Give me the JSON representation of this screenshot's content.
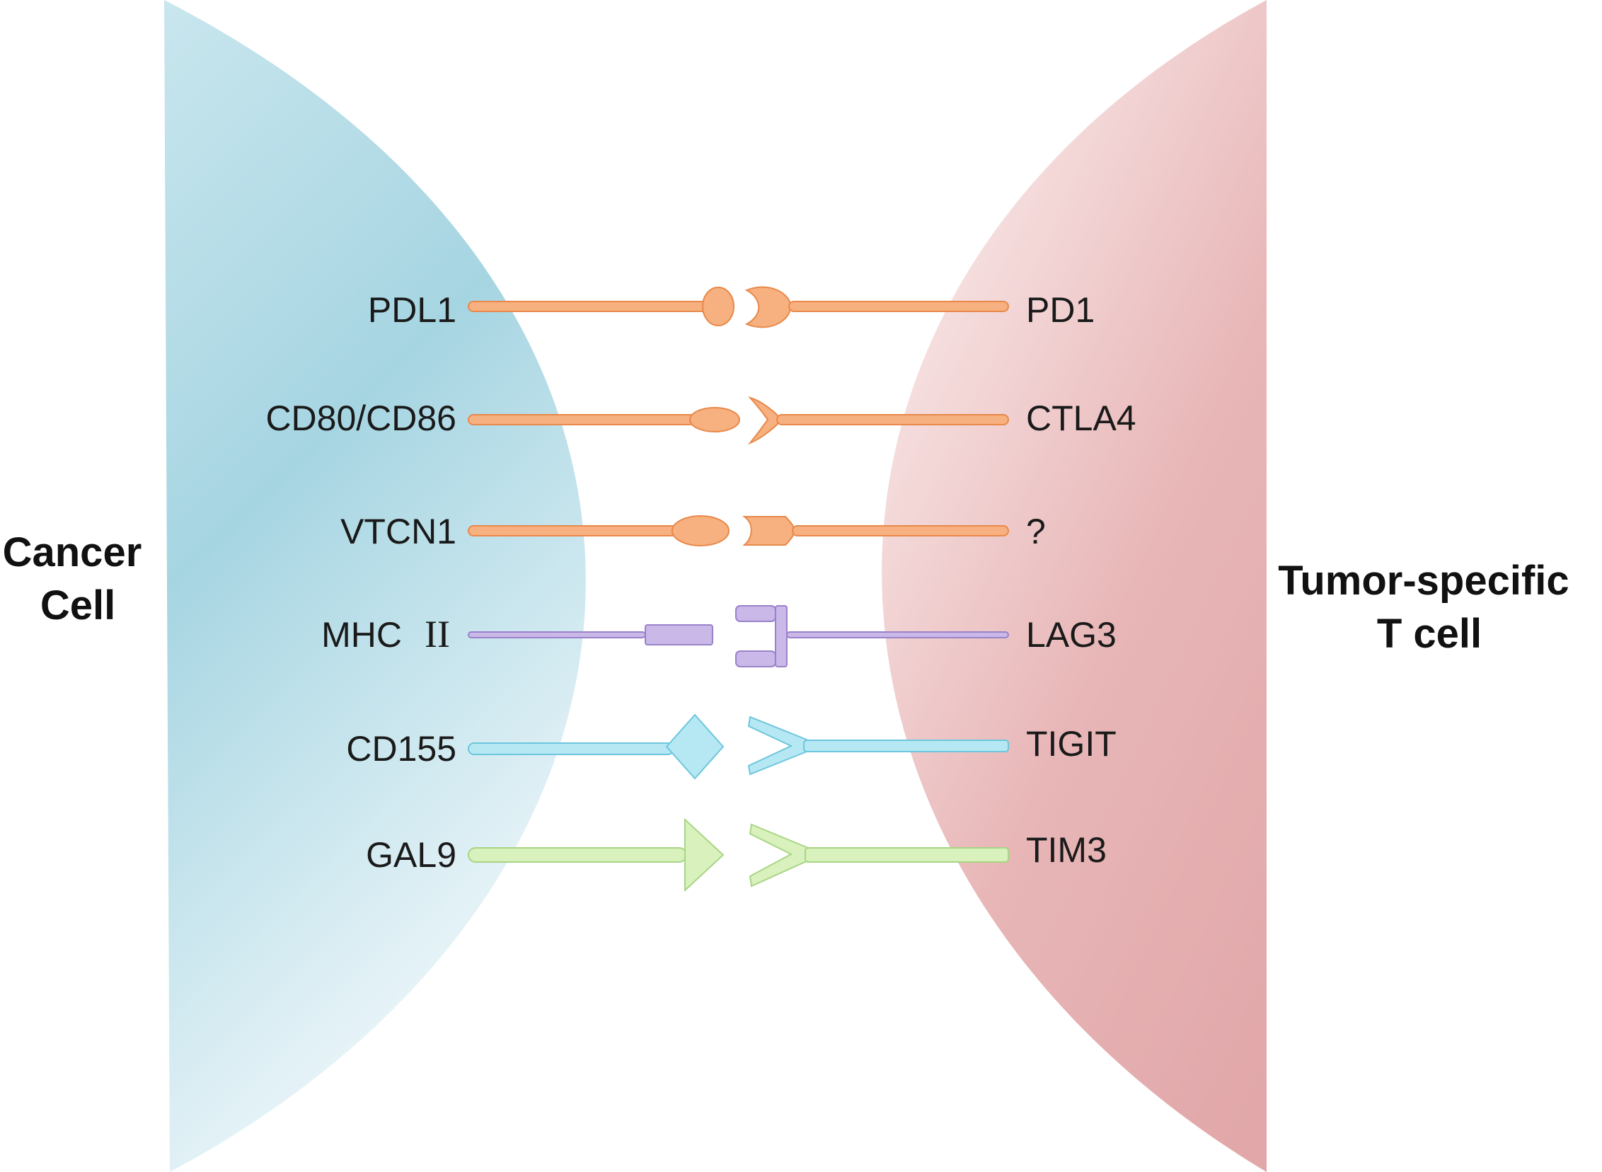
{
  "cells": {
    "left": "Cancer\nCell",
    "right": "Tumor-specific\nT cell"
  },
  "pairs": [
    {
      "ligand": "PDL1",
      "receptor": "PD1"
    },
    {
      "ligand": "CD80/CD86",
      "receptor": "CTLA4"
    },
    {
      "ligand": "VTCN1",
      "receptor": "?"
    },
    {
      "ligand": "MHC",
      "ligand_numeral": "II",
      "receptor": "LAG3"
    },
    {
      "ligand": "CD155",
      "receptor": "TIGIT"
    },
    {
      "ligand": "GAL9",
      "receptor": "TIM3"
    }
  ],
  "colors": {
    "cancer_cell": "#a9d6e3",
    "t_cell": "#e2a9aa",
    "orange": "#f7b07f",
    "orange_stroke": "#e8894a",
    "purple": "#c9b8e8",
    "purple_stroke": "#9a82c9",
    "blue": "#b6e8f4",
    "blue_stroke": "#6cc6dc",
    "green": "#d9f1bd",
    "green_stroke": "#a8d584"
  }
}
